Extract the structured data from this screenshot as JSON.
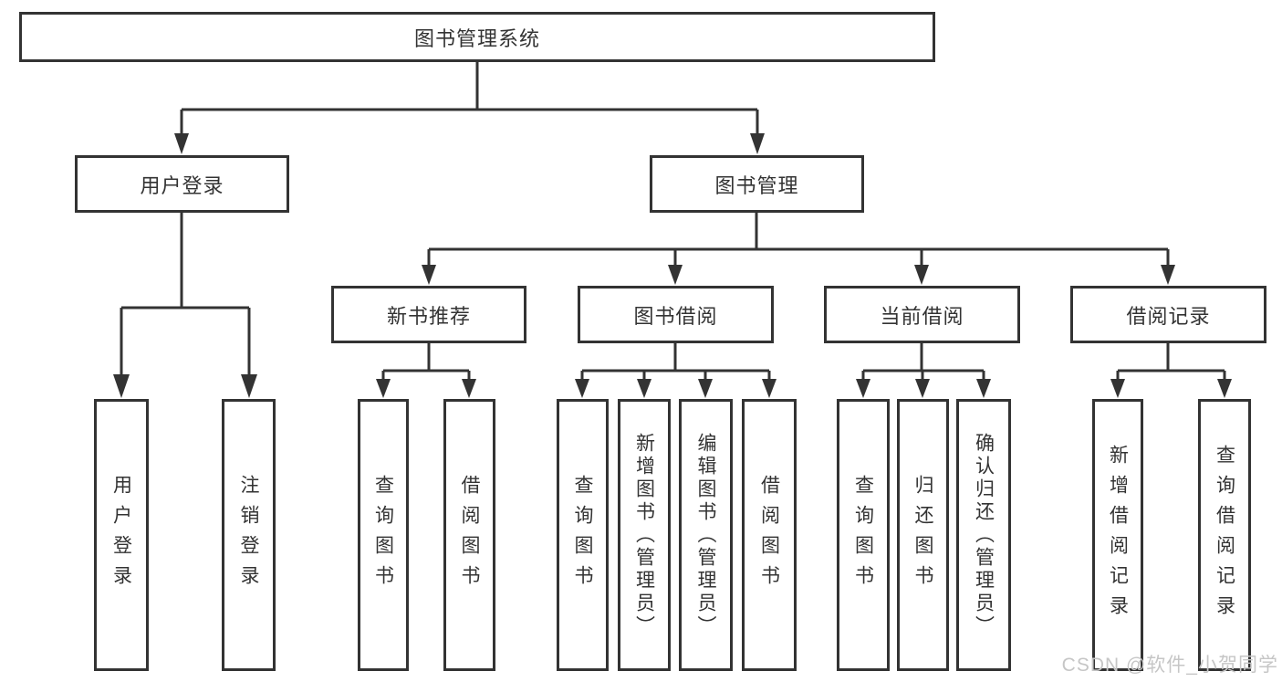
{
  "colors": {
    "line": "#333333",
    "text": "#333333",
    "watermark": "#c6c6c6",
    "background": "#ffffff"
  },
  "tree": {
    "label": "图书管理系统",
    "children": [
      {
        "label": "用户登录",
        "children": [
          {
            "label": "用户登录"
          },
          {
            "label": "注销登录"
          }
        ]
      },
      {
        "label": "图书管理",
        "children": [
          {
            "label": "新书推荐",
            "children": [
              {
                "label": "查询图书"
              },
              {
                "label": "借阅图书"
              }
            ]
          },
          {
            "label": "图书借阅",
            "children": [
              {
                "label": "查询图书"
              },
              {
                "label": "新增图书（管理员）"
              },
              {
                "label": "编辑图书（管理员）"
              },
              {
                "label": "借阅图书"
              }
            ]
          },
          {
            "label": "当前借阅",
            "children": [
              {
                "label": "查询图书"
              },
              {
                "label": "归还图书"
              },
              {
                "label": "确认归还（管理员）"
              }
            ]
          },
          {
            "label": "借阅记录",
            "children": [
              {
                "label": "新增借阅记录"
              },
              {
                "label": "查询借阅记录"
              }
            ]
          }
        ]
      }
    ]
  },
  "watermark": {
    "text": "CSDN @软件_小贺同学"
  }
}
